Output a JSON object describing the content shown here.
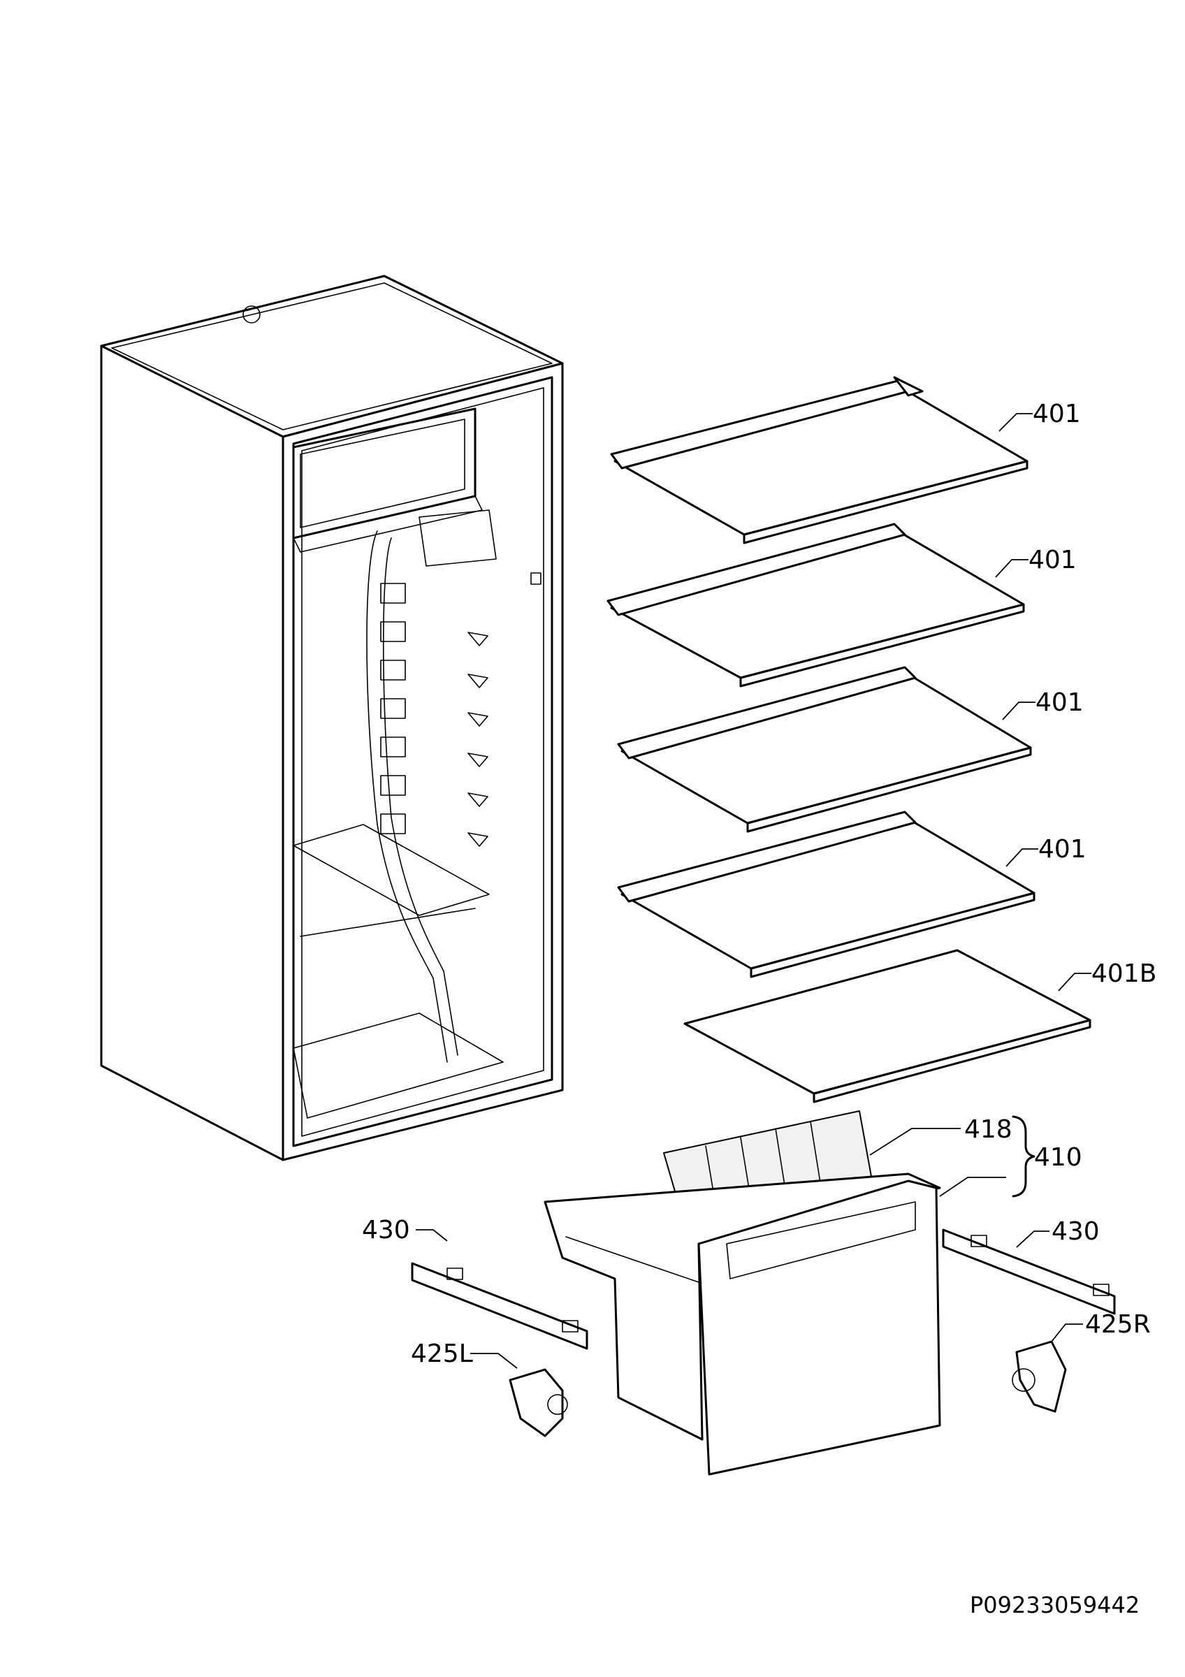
{
  "labels": {
    "shelf_1": "401",
    "shelf_2": "401",
    "shelf_3": "401",
    "shelf_4": "401",
    "shelf_glass": "401B",
    "drawer_divider": "418",
    "crisper_drawer": "410",
    "rail_left": "430",
    "rail_right": "430",
    "support_left": "425L",
    "support_right": "425R"
  },
  "drawing_number": "P09233059442"
}
